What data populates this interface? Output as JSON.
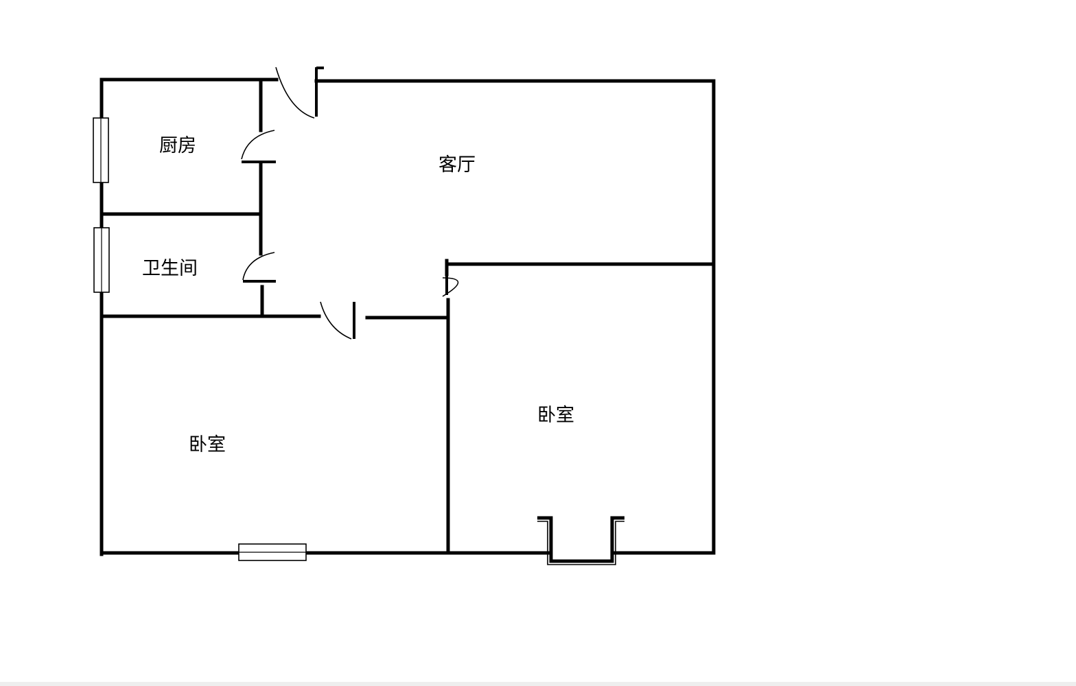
{
  "rooms": {
    "kitchen": "厨房",
    "bathroom": "卫生间",
    "living_room": "客厅",
    "bedroom_left": "卧室",
    "bedroom_right": "卧室"
  },
  "colors": {
    "wall": "#000000",
    "background": "#ffffff"
  }
}
